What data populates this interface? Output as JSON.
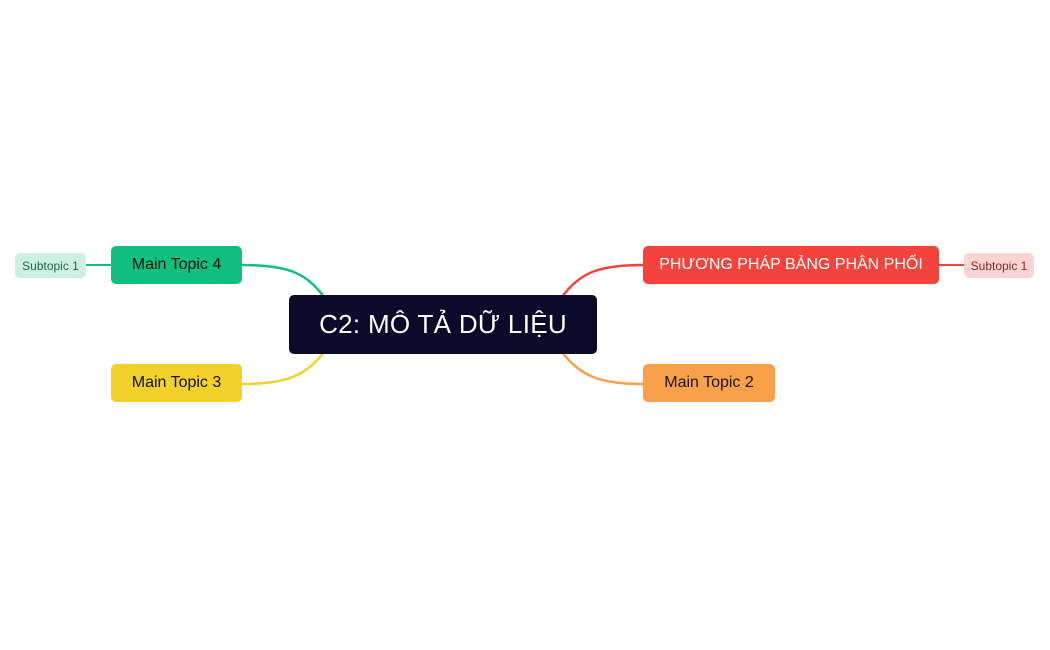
{
  "colors": {
    "background": "#ffffff",
    "central_bg": "#0b0a2a",
    "central_text": "#ffffff",
    "red": "#f4433c",
    "red_text": "#ffffff",
    "orange": "#f9a04a",
    "orange_text": "#1a1a1a",
    "green": "#0fbf7f",
    "green_text": "#111111",
    "yellow": "#f2d12a",
    "yellow_text": "#111111",
    "sub_red_bg": "#fcd5d2",
    "sub_red_text": "#8a2a25",
    "sub_green_bg": "#cdf0e2",
    "sub_green_text": "#1d6b4c"
  },
  "central": {
    "label": "C2: MÔ TẢ DỮ LIỆU"
  },
  "topics": {
    "right_top": {
      "label": "PHƯƠNG PHÁP BẢNG PHÂN PHỐI",
      "color": "red"
    },
    "right_bottom": {
      "label": "Main Topic 2",
      "color": "orange"
    },
    "left_top": {
      "label": "Main Topic 4",
      "color": "green"
    },
    "left_bottom": {
      "label": "Main Topic 3",
      "color": "yellow"
    }
  },
  "subtopics": {
    "right_top_sub": {
      "label": "Subtopic 1"
    },
    "left_top_sub": {
      "label": "Subtopic 1"
    }
  }
}
